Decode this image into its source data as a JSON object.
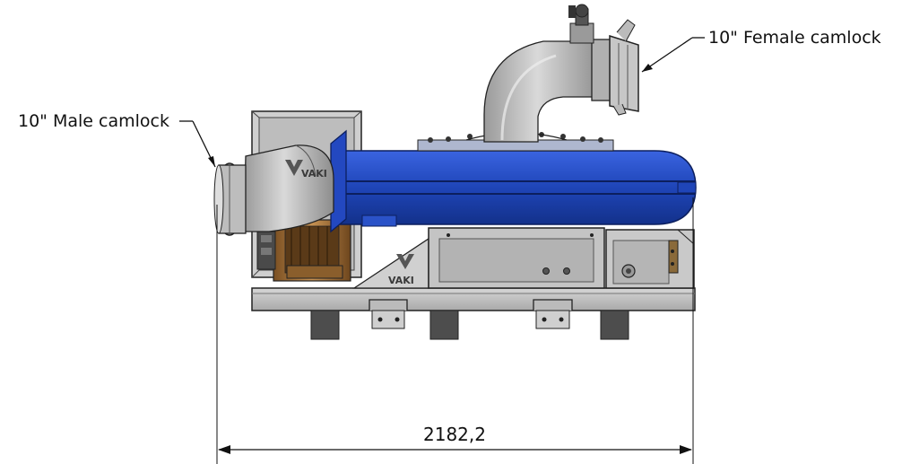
{
  "callouts": {
    "male": "10\" Male camlock",
    "female": "10\" Female camlock"
  },
  "dimension": {
    "overall_length": "2182,2"
  },
  "logo": {
    "text": "VAKI"
  },
  "colors": {
    "tank_blue": "#1f45b8",
    "frame_gray": "#c9c9c9",
    "pipe_gray": "#b9b9b9",
    "motor_brown": "#b07a3c",
    "outline": "#222222"
  }
}
